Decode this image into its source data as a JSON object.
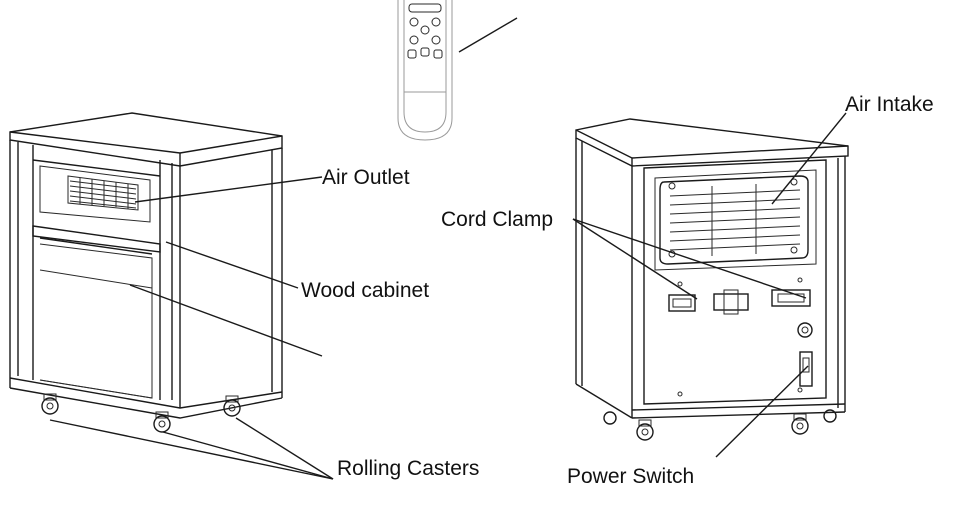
{
  "labels": {
    "air_outlet": "Air Outlet",
    "wood_cabinet": "Wood cabinet",
    "rolling_casters": "Rolling Casters",
    "air_intake": "Air Intake",
    "cord_clamp": "Cord Clamp",
    "power_switch": "Power Switch"
  }
}
